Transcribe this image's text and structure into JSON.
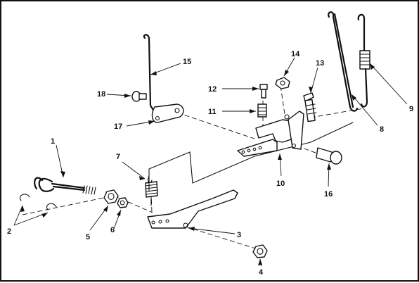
{
  "diagram": {
    "title": "",
    "callouts": [
      "1",
      "2",
      "3",
      "4",
      "5",
      "6",
      "7",
      "8",
      "9",
      "10",
      "11",
      "12",
      "13",
      "14",
      "15",
      "16",
      "17",
      "18"
    ],
    "line_color": "#111111",
    "background": "#ffffff"
  }
}
